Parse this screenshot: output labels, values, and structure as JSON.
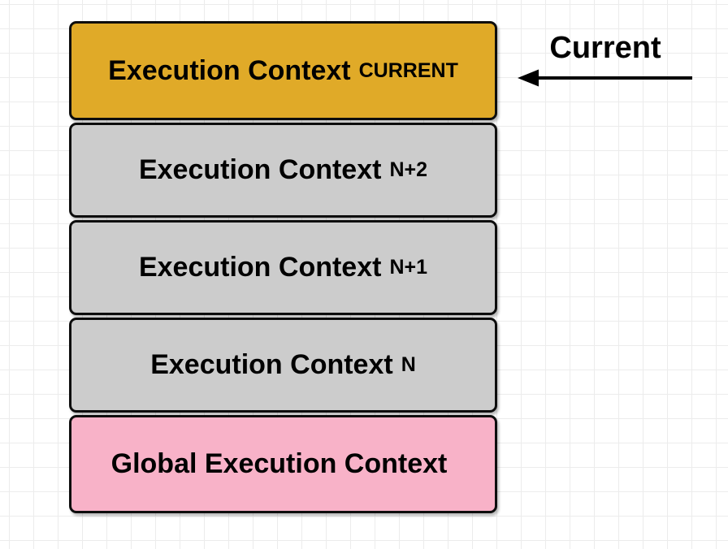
{
  "diagram": {
    "type": "execution-context-stack",
    "stack": {
      "boxes": [
        {
          "label": "Execution Context",
          "suffix": "CURRENT",
          "fill": "#E0AA28"
        },
        {
          "label": "Execution Context",
          "suffix": "N+2",
          "fill": "#CCCCCC"
        },
        {
          "label": "Execution Context",
          "suffix": "N+1",
          "fill": "#CCCCCC"
        },
        {
          "label": "Execution Context",
          "suffix": "N",
          "fill": "#CCCCCC"
        },
        {
          "label": "Global Execution Context",
          "suffix": "",
          "fill": "#F8B2C8"
        }
      ]
    },
    "annotation": {
      "label": "Current",
      "arrow_direction": "left",
      "arrow_color": "#000000"
    },
    "colors": {
      "background": "#FFFFFF",
      "grid_line": "#ECECEC",
      "border": "#0D0D0D",
      "text": "#000000"
    }
  }
}
